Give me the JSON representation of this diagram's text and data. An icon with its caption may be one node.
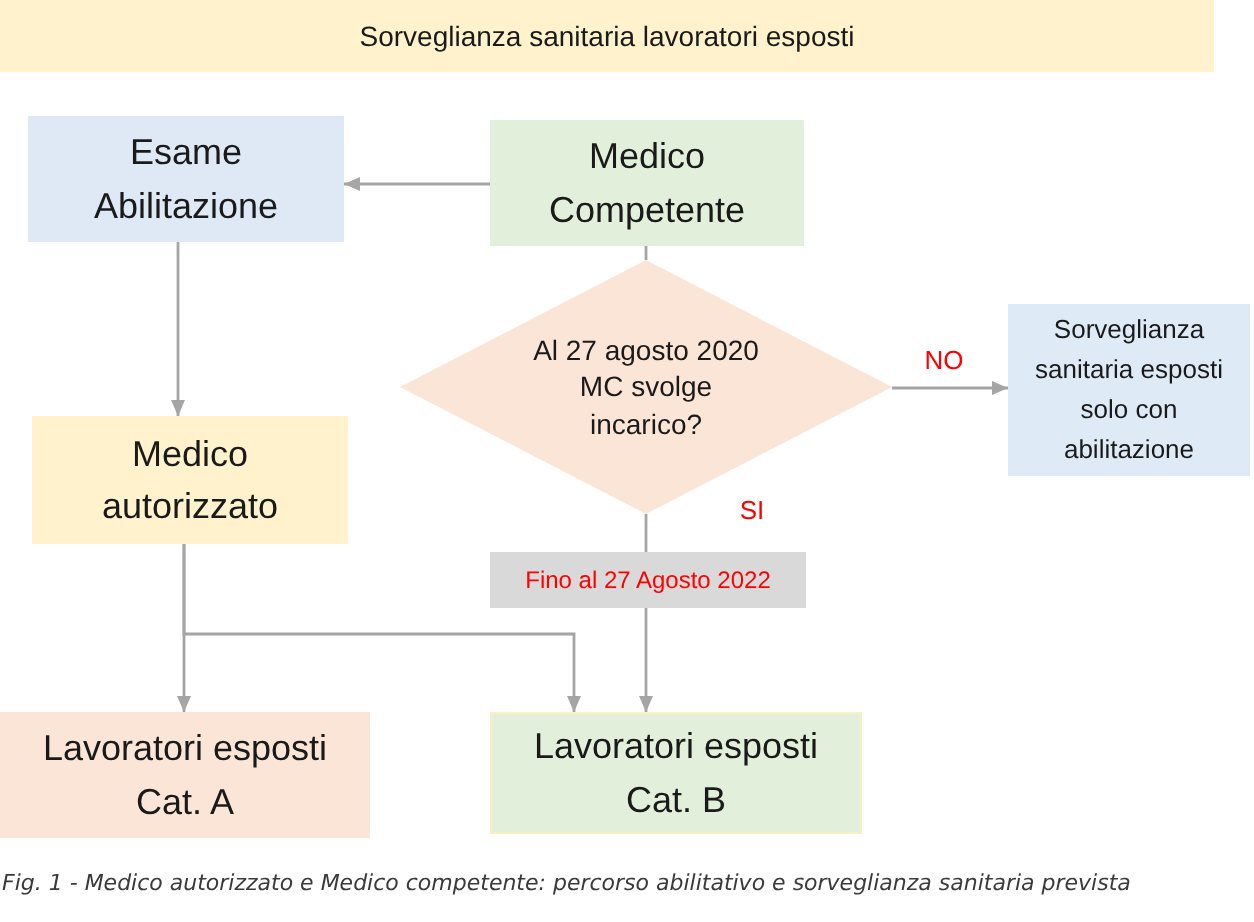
{
  "diagram": {
    "title": "Sorveglianza sanitaria lavoratori esposti",
    "caption": "Fig. 1 - Medico autorizzato e Medico competente: percorso abilitativo e sorveglianza sanitaria prevista",
    "nodes": [
      {
        "text": [
          "Esame Abilitazione"
        ]
      },
      {
        "text": [
          "Medico Competente"
        ]
      },
      {
        "text": [
          "Al 27 agosto 2020 MC svolge incarico?"
        ]
      },
      {
        "text": [
          "Sorveglianza sanitaria esposti solo con abilitazione"
        ]
      },
      {
        "text": [
          "Medico autorizzato"
        ]
      },
      {
        "text": [
          "Fino al 27 Agosto 2022"
        ]
      },
      {
        "text": [
          "Lavoratori esposti Cat. A"
        ]
      },
      {
        "text": [
          "Lavoratori esposti Cat. B"
        ]
      }
    ],
    "edges": [
      {
        "from": 1,
        "to": 0,
        "arrow": "to"
      },
      {
        "from": 1,
        "to": 2,
        "arrow": "none"
      },
      {
        "from": 0,
        "to": 4,
        "arrow": "to"
      },
      {
        "from": 2,
        "to": 3,
        "arrow": "to",
        "label": "NO"
      },
      {
        "from": 2,
        "to": 5,
        "arrow": "none",
        "label": "SI"
      },
      {
        "from": 5,
        "to": 7,
        "arrow": "to"
      },
      {
        "from": 4,
        "to": 6,
        "arrow": "to"
      },
      {
        "from": 4,
        "to": 7,
        "arrow": "to"
      }
    ]
  }
}
